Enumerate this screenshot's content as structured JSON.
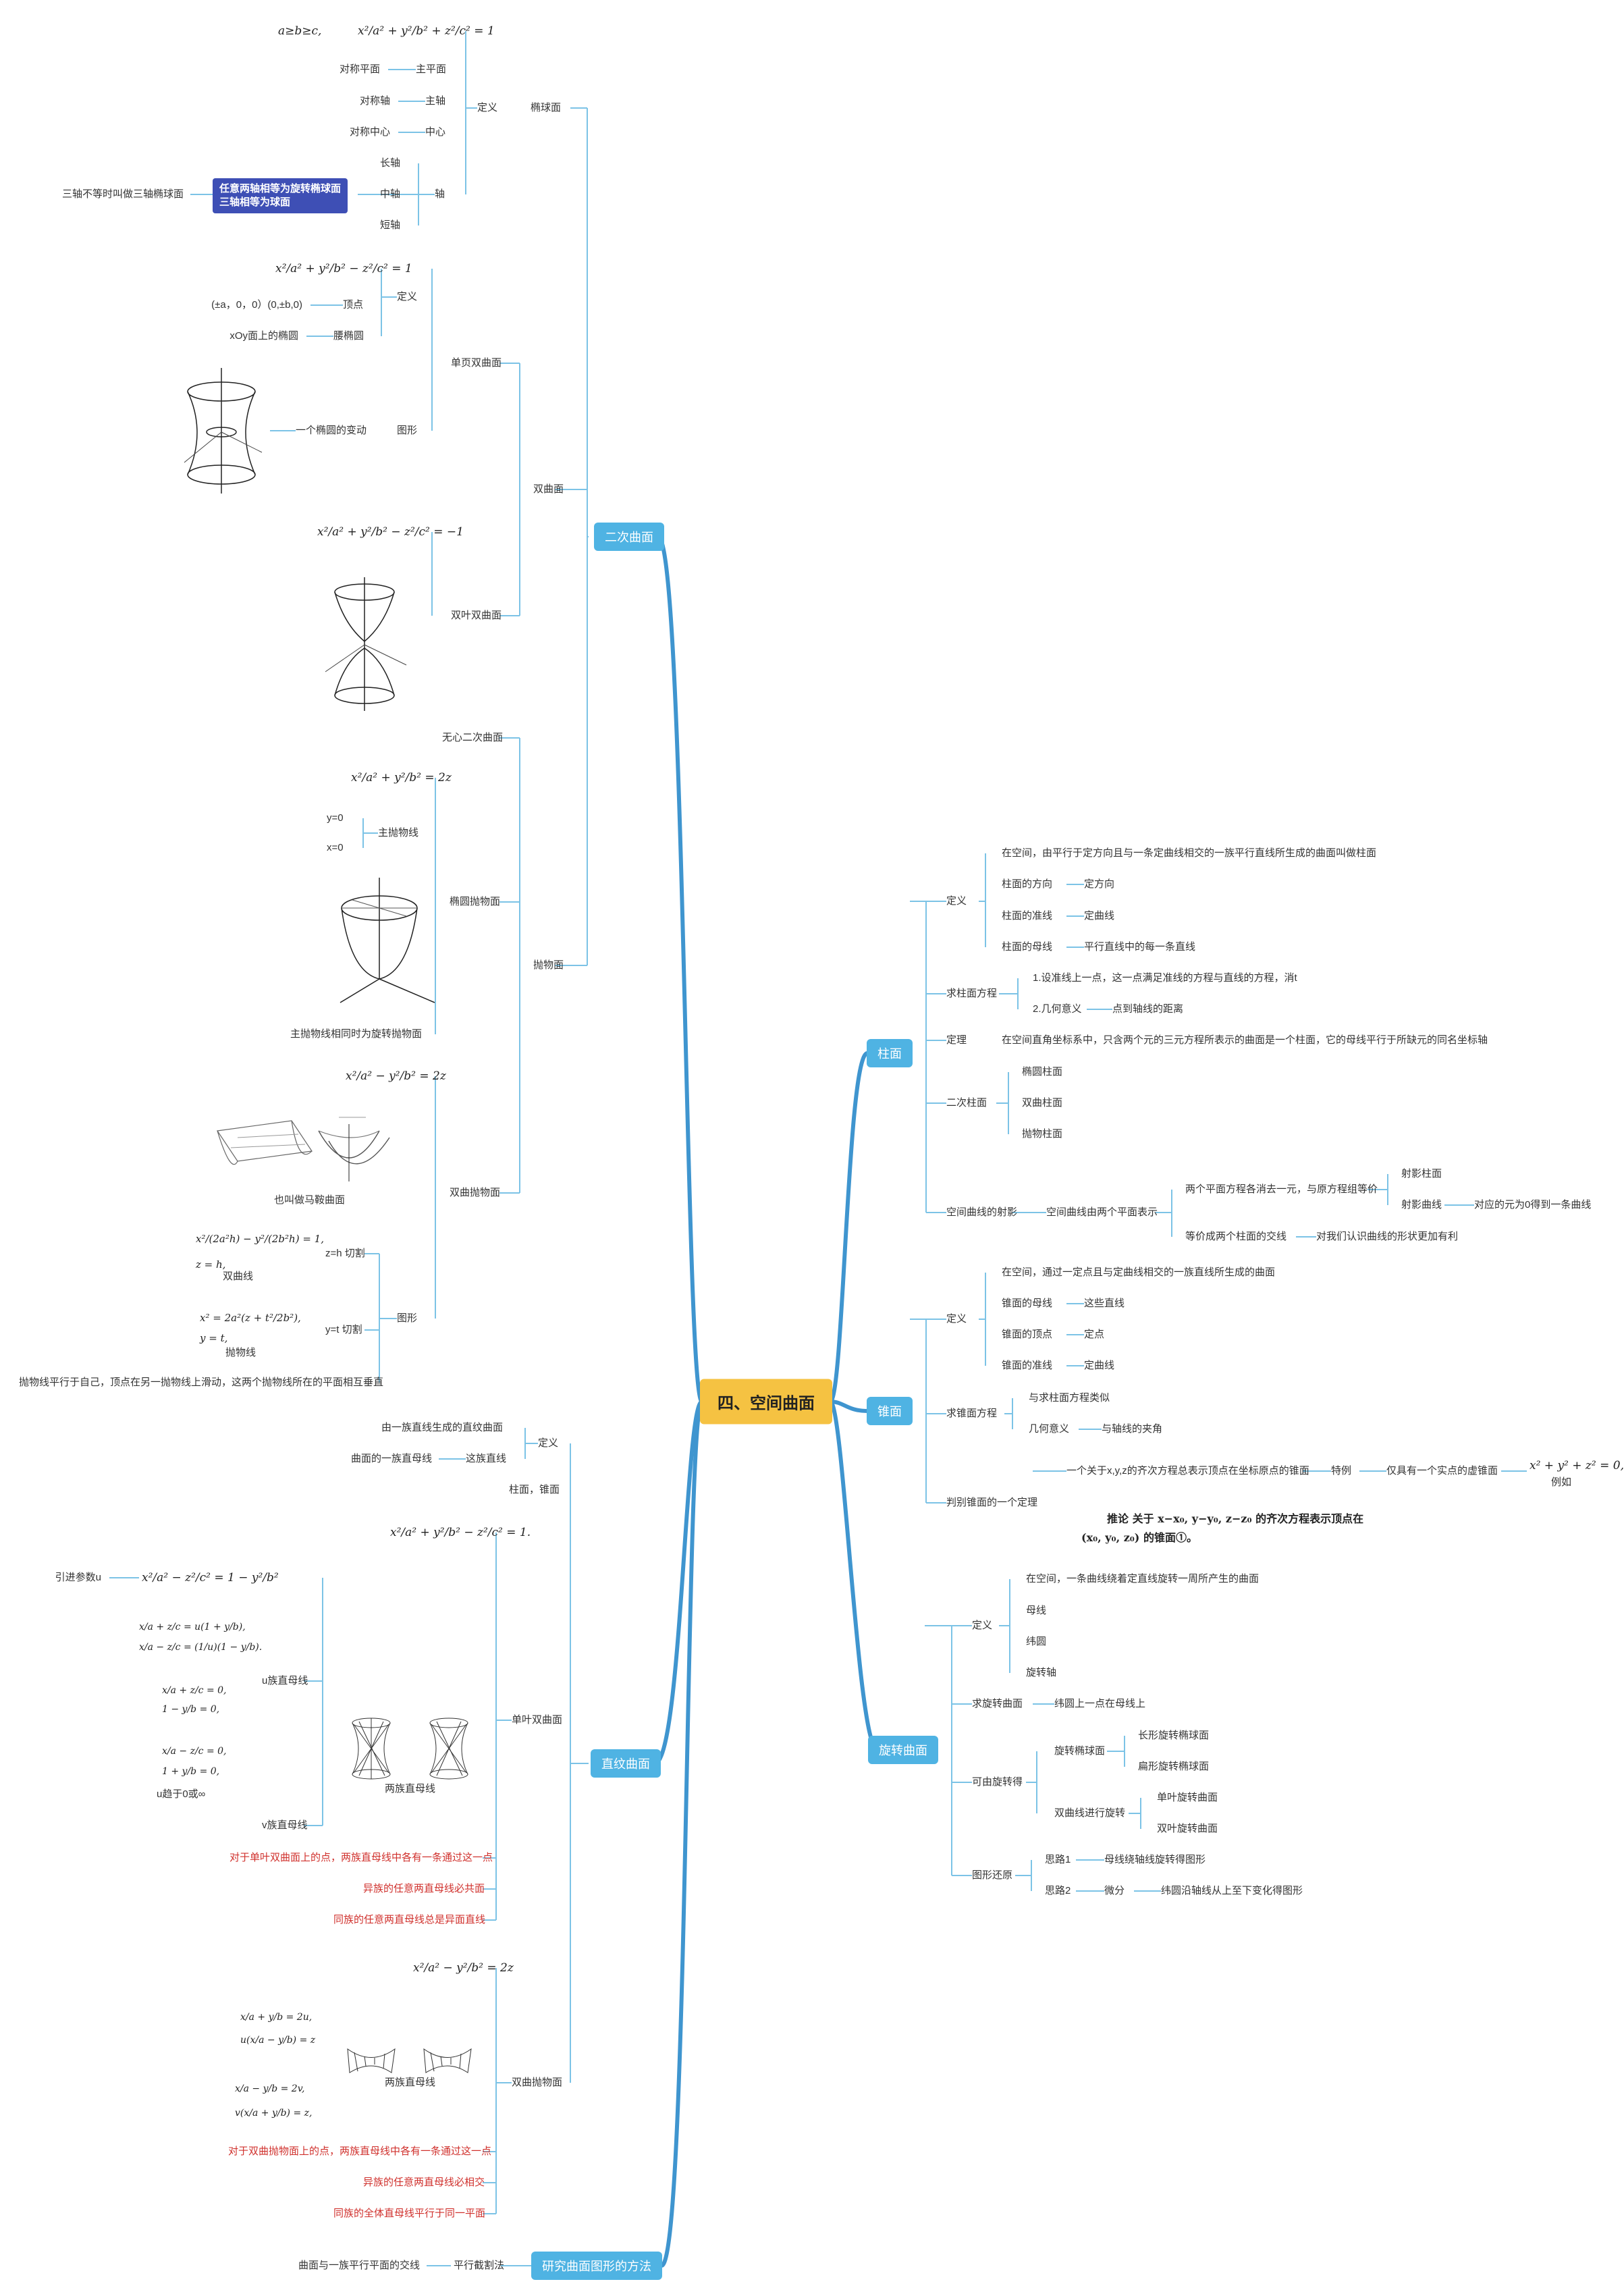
{
  "colors": {
    "center_bg": "#f5c242",
    "topic_bg": "#4fb3e3",
    "branch_line": "#3f95cf",
    "link_line": "#7cc3e6",
    "note_bg": "#3e4fb5",
    "red_text": "#d0312d"
  },
  "center": "四、空间曲面",
  "topics": {
    "quadric": "二次曲面",
    "ruled": "直纹曲面",
    "method": "研究曲面图形的方法",
    "cylinder": "柱面",
    "cone": "锥面",
    "rotation": "旋转曲面"
  },
  "ellipsoid": {
    "name": "椭球面",
    "definition": "定义",
    "axis": "轴",
    "cond": "a≥b≥c,",
    "eq": "x²/a² + y²/b² + z²/c² = 1",
    "sym_plane": "对称平面",
    "main_plane": "主平面",
    "sym_axis": "对称轴",
    "main_axis": "主轴",
    "sym_center": "对称中心",
    "center": "中心",
    "long_axis": "长轴",
    "mid_axis": "中轴",
    "short_axis": "短轴",
    "note_a": "任意两轴相等为旋转椭球面",
    "note_b": "三轴相等为球面",
    "unequal": "三轴不等时叫做三轴椭球面"
  },
  "hyperboloid": {
    "name": "双曲面",
    "one_sheet": "单页双曲面",
    "two_sheet": "双叶双曲面",
    "definition": "定义",
    "vertex": "顶点",
    "waist": "腰椭圆",
    "graph": "图形",
    "eq1": "x²/a² + y²/b² − z²/c² = 1",
    "vertex_coords": "(±a，0，0）(0,±b,0)",
    "xoy": "xOy面上的椭圆",
    "ellipse_change": "一个椭圆的变动",
    "eq2": "x²/a² + y²/b² − z²/c² = −1"
  },
  "paraboloid": {
    "name": "抛物面",
    "no_center": "无心二次曲面",
    "elliptic": "椭圆抛物面",
    "hyperbolic": "双曲抛物面",
    "eq_ell": "x²/a² + y²/b² = 2z",
    "main_parabola": "主抛物线",
    "y0": "y=0",
    "x0": "x=0",
    "rotation_note": "主抛物线相同时为旋转抛物面",
    "eq_hyp": "x²/a² − y²/b² = 2z",
    "saddle": "也叫做马鞍曲面",
    "graph": "图形",
    "zh_cut": "z=h 切割",
    "yt_cut": "y=t 切割",
    "hyperbola": "双曲线",
    "parabola": "抛物线",
    "sys1a": "x²/(2a²h) − y²/(2b²h) = 1,",
    "sys1b": "z = h,",
    "sys2a": "x² = 2a²(z + t²/2b²),",
    "sys2b": "y = t,",
    "slide_note": "抛物线平行于自己，顶点在另一抛物线上滑动，这两个抛物线所在的平面相互垂直"
  },
  "ruled": {
    "definition": "定义",
    "def1": "由一族直线生成的直纹曲面",
    "generatrix": "曲面的一族直母线",
    "straight_line": "这族直线",
    "examples": "柱面，锥面",
    "one_sheet": "单叶双曲面",
    "eq_one": "x²/a² + y²/b² − z²/c² = 1.",
    "param": "引进参数u",
    "eq_param": "x²/a² − z²/c² = 1 − y²/b²",
    "u_family": "u族直母线",
    "v_family": "v族直母线",
    "sysA1": "x/a + z/c = u(1 + y/b),",
    "sysA2": "x/a − z/c = (1/u)(1 − y/b).",
    "sysB1": "x/a + z/c = 0,",
    "sysB2": "1 − y/b = 0,",
    "sysC1": "x/a − z/c = 0,",
    "sysC2": "1 + y/b = 0,",
    "u_limit": "u趋于0或∞",
    "two_lines": "两族直母线",
    "red1": "对于单叶双曲面上的点，两族直母线中各有一条通过这一点",
    "red2": "异族的任意两直母线必共面",
    "red3": "同族的任意两直母线总是异面直线",
    "hyp_par": "双曲抛物面",
    "eq_hp": "x²/a² − y²/b² = 2z",
    "sysD1": "x/a + y/b = 2u,",
    "sysD2": "u(x/a − y/b) = z",
    "sysE1": "x/a − y/b = 2v,",
    "sysE2": "v(x/a + y/b) = z,",
    "two_lines2": "两族直母线",
    "red4": "对于双曲抛物面上的点，两族直母线中各有一条通过这一点",
    "red5": "异族的任意两直母线必相交",
    "red6": "同族的全体直母线平行于同一平面"
  },
  "method": {
    "parallel": "平行截割法",
    "desc": "曲面与一族平行平面的交线"
  },
  "cylinder": {
    "definition": "定义",
    "def_text": "在空间，由平行于定方向且与一条定曲线相交的一族平行直线所生成的曲面叫做柱面",
    "direction": "柱面的方向",
    "fixed_dir": "定方向",
    "directrix": "柱面的准线",
    "fixed_curve": "定曲线",
    "generatrix": "柱面的母线",
    "parallel_line": "平行直线中的每一条直线",
    "equation": "求柱面方程",
    "eq_m1": "1.设准线上一点，这一点满足准线的方程与直线的方程，消t",
    "eq_m2": "2.几何意义",
    "eq_m2b": "点到轴线的距离",
    "theorem": "定理",
    "theorem_text": "在空间直角坐标系中，只含两个元的三元方程所表示的曲面是一个柱面，它的母线平行于所缺元的同名坐标轴",
    "quadric": "二次柱面",
    "ell": "椭圆柱面",
    "hyp": "双曲柱面",
    "par": "抛物柱面",
    "projection": "空间曲线的射影",
    "proj1": "空间曲线由两个平面表示",
    "proj2": "两个平面方程各消去一元，与原方程组等价",
    "proj3": "等价成两个柱面的交线",
    "proj4": "射影柱面",
    "proj5": "射影曲线",
    "proj6": "对应的元为0得到一条曲线",
    "proj7": "对我们认识曲线的形状更加有利"
  },
  "cone": {
    "definition": "定义",
    "def_text": "在空间，通过一定点且与定曲线相交的一族直线所生成的曲面",
    "generatrix": "锥面的母线",
    "these_lines": "这些直线",
    "vertex": "锥面的顶点",
    "fixed_point": "定点",
    "directrix": "锥面的准线",
    "fixed_curve": "定曲线",
    "equation": "求锥面方程",
    "eq_m1": "与求柱面方程类似",
    "eq_m2": "几何意义",
    "eq_m2b": "与轴线的夹角",
    "judge": "判别锥面的一个定理",
    "judge_text": "一个关于x,y,z的齐次方程总表示顶点在坐标原点的锥面",
    "special": "特例",
    "special_text": "仅具有一个实点的虚锥面",
    "special_eq": "x² + y² + z² = 0,",
    "example": "例如",
    "corollary_a": "推论   关于 x−x₀, y−y₀, z−z₀ 的齐次方程表示顶点在",
    "corollary_b": "(x₀, y₀, z₀) 的锥面①。"
  },
  "rotation": {
    "definition": "定义",
    "def_text": "在空间，一条曲线绕着定直线旋转一周所产生的曲面",
    "generatrix": "母线",
    "parallel": "纬圆",
    "axis": "旋转轴",
    "equation": "求旋转曲面",
    "eq_text": "纬圆上一点在母线上",
    "rotatable": "可由旋转得",
    "ell_rot": "旋转椭球面",
    "long": "长形旋转椭球面",
    "flat": "扁形旋转椭球面",
    "hyp_rot": "双曲线进行旋转",
    "one": "单叶旋转曲面",
    "two": "双叶旋转曲面",
    "restore": "图形还原",
    "idea1": "思路1",
    "idea1_text": "母线绕轴线旋转得图形",
    "idea2": "思路2",
    "micro": "微分",
    "idea2_text": "纬圆沿轴线从上至下变化得图形"
  }
}
